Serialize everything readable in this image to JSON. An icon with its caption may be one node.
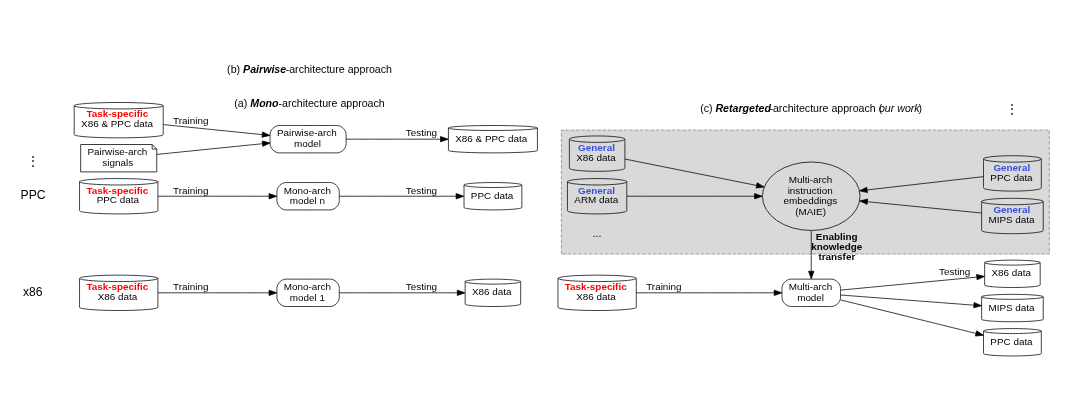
{
  "diagram": {
    "nodes": [
      {
        "text": [
          "Task-specific",
          "X86 data"
        ]
      },
      {
        "text": [
          "Mono-arch model 1"
        ]
      },
      {
        "text": [
          "X86 data"
        ]
      },
      {
        "text": [
          "Task-specific",
          "PPC data"
        ]
      },
      {
        "text": [
          "Mono-arch model n"
        ]
      },
      {
        "text": [
          "PPC data"
        ]
      },
      {
        "text": [
          "Task-specific",
          "X86 & PPC data"
        ]
      },
      {
        "text": [
          "Pairwise-arch signals"
        ]
      },
      {
        "text": [
          "Pairwise-arch model"
        ]
      },
      {
        "text": [
          "X86 & PPC data"
        ]
      },
      {
        "text": [
          "Task-specific",
          "X86 data"
        ]
      },
      {
        "text": [
          "Multi-arch model"
        ]
      },
      {
        "text": [
          "X86 data"
        ]
      },
      {
        "text": [
          "MIPS data"
        ]
      },
      {
        "text": [
          "PPC data"
        ]
      },
      {
        "text": [],
        "shape": "box"
      },
      {
        "text": [
          "General",
          "X86 data"
        ],
        "in": 15
      },
      {
        "text": [
          "General",
          "ARM data"
        ],
        "in": 15
      },
      {
        "text": [
          "Multi-arch instruction embeddings (MAIE)"
        ],
        "in": 15
      },
      {
        "text": [
          "General",
          "MIPS data"
        ],
        "in": 15
      },
      {
        "text": [
          "General",
          "PPC data"
        ],
        "in": 15
      }
    ],
    "edges": [
      {
        "from": 0,
        "to": 1,
        "arrow": "to",
        "label": "Training"
      },
      {
        "from": 1,
        "to": 2,
        "arrow": "to",
        "label": "Testing"
      },
      {
        "from": 3,
        "to": 4,
        "arrow": "to",
        "label": "Training"
      },
      {
        "from": 4,
        "to": 5,
        "arrow": "to",
        "label": "Testing"
      },
      {
        "from": 6,
        "to": 8,
        "arrow": "to",
        "label": "Training"
      },
      {
        "from": 7,
        "to": 8,
        "arrow": "to"
      },
      {
        "from": 8,
        "to": 9,
        "arrow": "to",
        "label": "Testing"
      },
      {
        "from": 10,
        "to": 11,
        "arrow": "to",
        "label": "Training"
      },
      {
        "from": 11,
        "to": 12,
        "arrow": "to",
        "label": "Testing"
      },
      {
        "from": 11,
        "to": 13,
        "arrow": "to"
      },
      {
        "from": 11,
        "to": 14,
        "arrow": "to"
      },
      {
        "from": 18,
        "to": 11,
        "arrow": "to",
        "label": "Enabling knowledge transfer"
      },
      {
        "from": 16,
        "to": 18,
        "arrow": "to"
      },
      {
        "from": 17,
        "to": 18,
        "arrow": "to"
      },
      {
        "from": 19,
        "to": 18,
        "arrow": "to"
      },
      {
        "from": 20,
        "to": 18,
        "arrow": "to"
      }
    ],
    "labels": [
      "x86",
      "⋮",
      "PPC",
      "(a) **Mono**-architecture approach",
      "(b) **Pairwise**-architecture approach",
      "⋮",
      "...",
      "(c) **Retargeted**-architecture approach (*our work*)"
    ]
  }
}
